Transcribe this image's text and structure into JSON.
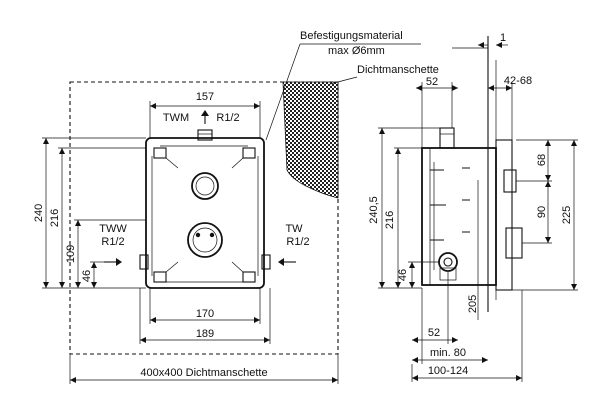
{
  "labels": {
    "befestigungsmaterial": "Befestigungsmaterial",
    "max_diameter": "max Ø6mm",
    "dichtmanschette": "Dichtmanschette",
    "twm": "TWM",
    "twm_size": "R1/2",
    "tww": "TWW",
    "tww_size": "R1/2",
    "tw": "TW",
    "tw_size": "R1/2",
    "bottom_caption": "400x400  Dichtmanschette"
  },
  "front_dimensions": {
    "width_157": "157",
    "width_170": "170",
    "width_189": "189",
    "height_240": "240",
    "height_216": "216",
    "height_109": "109",
    "height_46": "46"
  },
  "side_dimensions": {
    "top_1": "1",
    "width_52_top": "52",
    "range_42_68": "42-68",
    "height_240_5": "240,5",
    "height_216": "216",
    "height_46": "46",
    "height_68": "68",
    "height_90": "90",
    "height_225": "225",
    "height_205": "205",
    "width_52_bottom": "52",
    "min_80": "min. 80",
    "range_100_124": "100-124"
  },
  "icons": {
    "arrow_up": "arrow-up-icon",
    "arrow_right": "arrow-right-icon",
    "arrow_left": "arrow-left-icon"
  }
}
